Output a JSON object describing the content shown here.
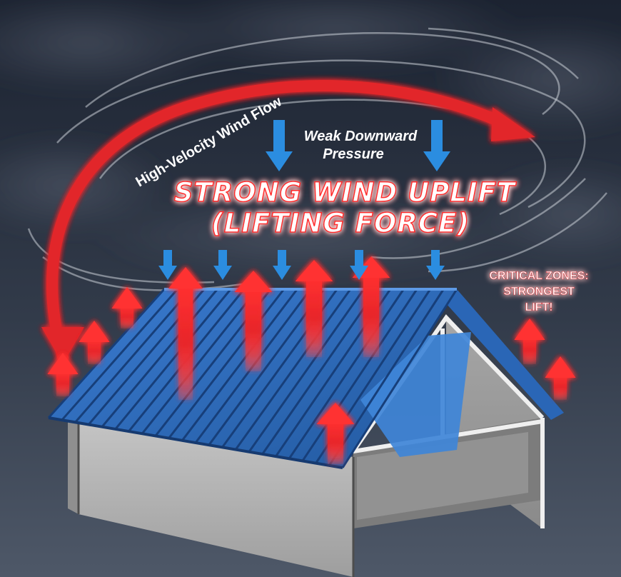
{
  "labels": {
    "flow": "High-Velocity Wind Flow",
    "downward_line1": "Weak Downward",
    "downward_line2": "Pressure",
    "uplift_line1": "STRONG WIND UPLIFT",
    "uplift_line2": "(LIFTING FORCE)",
    "critical_line1": "CRITICAL ZONES:",
    "critical_line2": "STRONGEST",
    "critical_line3": "LIFT!"
  },
  "colors": {
    "sky_top": "#1b2230",
    "sky_bottom": "#4b5566",
    "roof_blue": "#2f6fc0",
    "roof_dark": "#1d4f94",
    "wall": "#b9b9b9",
    "uplift_red": "#e0262a",
    "downward_blue": "#2b8de0",
    "glow": "#ff3a3a"
  }
}
